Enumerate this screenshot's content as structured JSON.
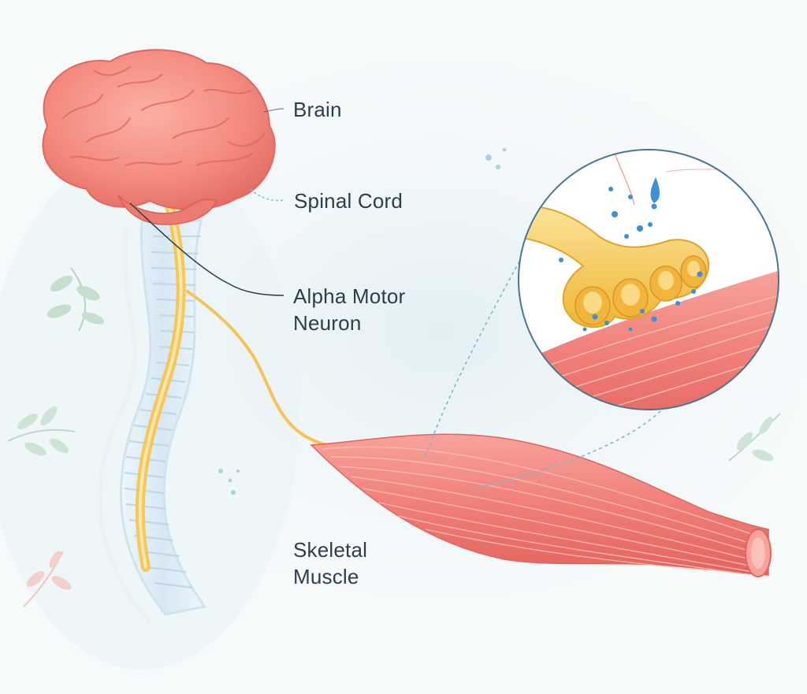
{
  "labels": {
    "brain": "Brain",
    "spinal_cord": "Spinal Cord",
    "alpha_motor_neuron": [
      "Alpha Motor",
      "Neuron"
    ],
    "skeletal_muscle": [
      "Skeletal",
      "Muscle"
    ]
  },
  "colors": {
    "brain": "#f48a7f",
    "brain_shadow": "#e56b63",
    "spinal_column": "#dfeef6",
    "nerve": "#f6c453",
    "muscle": "#f07f78",
    "muscle_light": "#f7b0a8",
    "terminal": "#f5c442",
    "neurotransmitter": "#3d8fd6",
    "leaf": "#a9cdb7",
    "label_text": "#2c3e4c",
    "leader_line": "#2c3e4c",
    "magnifier_border": "#4a7690"
  }
}
